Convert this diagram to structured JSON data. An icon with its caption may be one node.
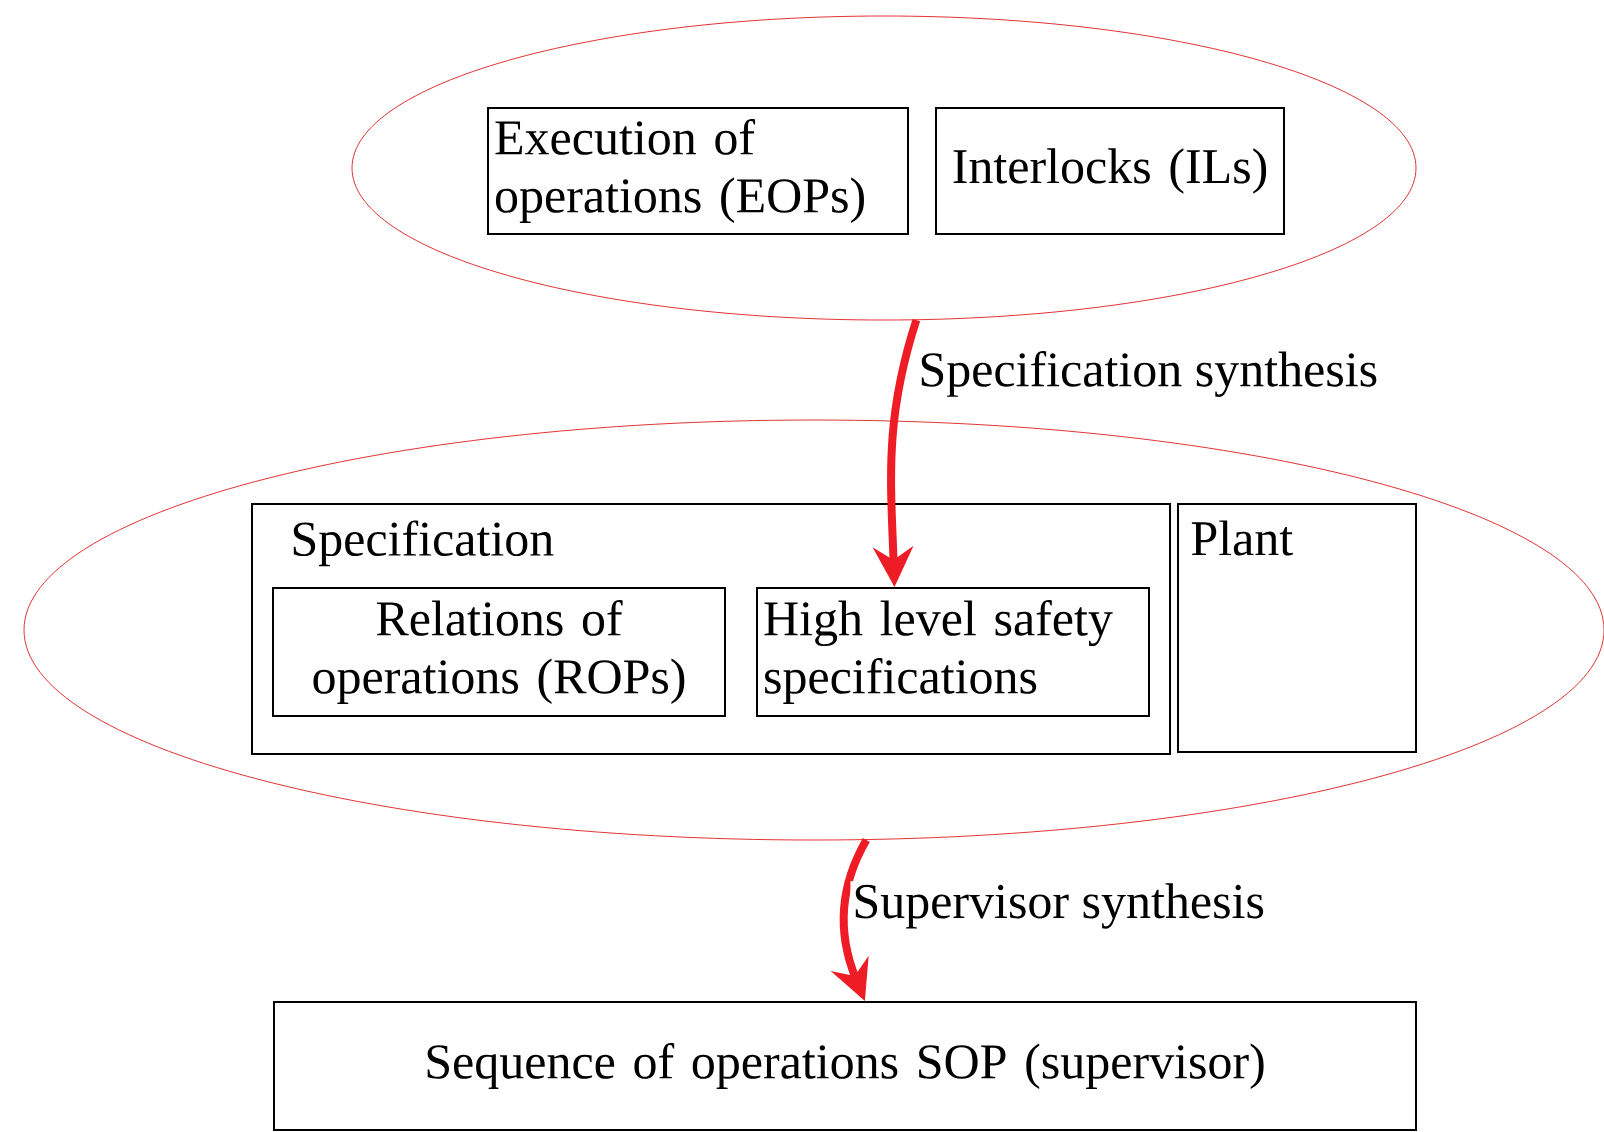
{
  "diagram": {
    "nodes": [
      {
        "text": [],
        "shape": "ellipse"
      },
      {
        "text": [
          "Execution of operations (EOPs)"
        ],
        "in": 0
      },
      {
        "text": [
          "Interlocks (ILs)"
        ],
        "in": 0
      },
      {
        "text": [],
        "shape": "ellipse"
      },
      {
        "text": [
          "Specification"
        ],
        "in": 3
      },
      {
        "text": [
          "Relations of operations (ROPs)"
        ],
        "in": 4
      },
      {
        "text": [
          "High level safety specifications"
        ],
        "in": 4
      },
      {
        "text": [
          "Plant"
        ],
        "in": 3
      },
      {
        "text": [
          "Sequence of operations SOP (supervisor)"
        ]
      }
    ],
    "edges": [
      {
        "from": 0,
        "to": 6,
        "arrow": "to",
        "label": "Specification synthesis"
      },
      {
        "from": 3,
        "to": 8,
        "arrow": "to",
        "label": "Supervisor synthesis"
      }
    ]
  }
}
